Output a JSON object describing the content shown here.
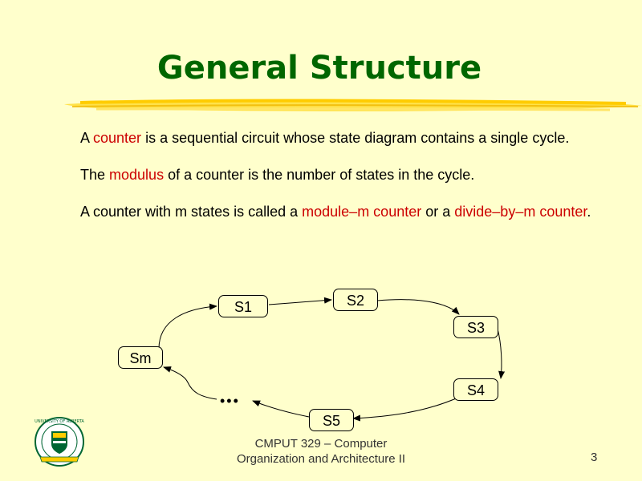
{
  "slide": {
    "title": "General Structure",
    "paragraphs": [
      {
        "parts": [
          {
            "text": "A ",
            "highlight": false
          },
          {
            "text": "counter",
            "highlight": true
          },
          {
            "text": " is a sequential circuit whose state diagram contains a single cycle.",
            "highlight": false
          }
        ]
      },
      {
        "parts": [
          {
            "text": "The ",
            "highlight": false
          },
          {
            "text": "modulus",
            "highlight": true
          },
          {
            "text": " of a counter is the number of states in the cycle.",
            "highlight": false
          }
        ]
      },
      {
        "parts": [
          {
            "text": "A counter with m states is called a ",
            "highlight": false
          },
          {
            "text": "module–m counter",
            "highlight": true
          },
          {
            "text": " or a ",
            "highlight": false
          },
          {
            "text": "divide–by–m counter",
            "highlight": true
          },
          {
            "text": ".",
            "highlight": false
          }
        ]
      }
    ]
  },
  "diagram": {
    "states": {
      "s1": "S1",
      "s2": "S2",
      "s3": "S3",
      "s4": "S4",
      "s5": "S5",
      "sm": "Sm"
    },
    "ellipsis": "•••"
  },
  "footer": {
    "line1": "CMPUT 329 – Computer",
    "line2": "Organization and Architecture II",
    "page_number": "3"
  },
  "logo": {
    "text": "UNIVERSITY OF ALBERTA"
  },
  "colors": {
    "background": "#ffffcc",
    "title": "#006600",
    "highlight": "#cc0000",
    "brush": "#ffcc00"
  }
}
